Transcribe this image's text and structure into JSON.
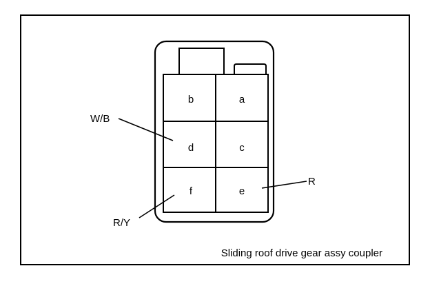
{
  "diagram": {
    "caption": "Sliding roof drive gear assy coupler",
    "terminals": {
      "a": "a",
      "b": "b",
      "c": "c",
      "d": "d",
      "e": "e",
      "f": "f"
    },
    "wire_labels": {
      "wb": "W/B",
      "ry": "R/Y",
      "r": "R"
    }
  }
}
